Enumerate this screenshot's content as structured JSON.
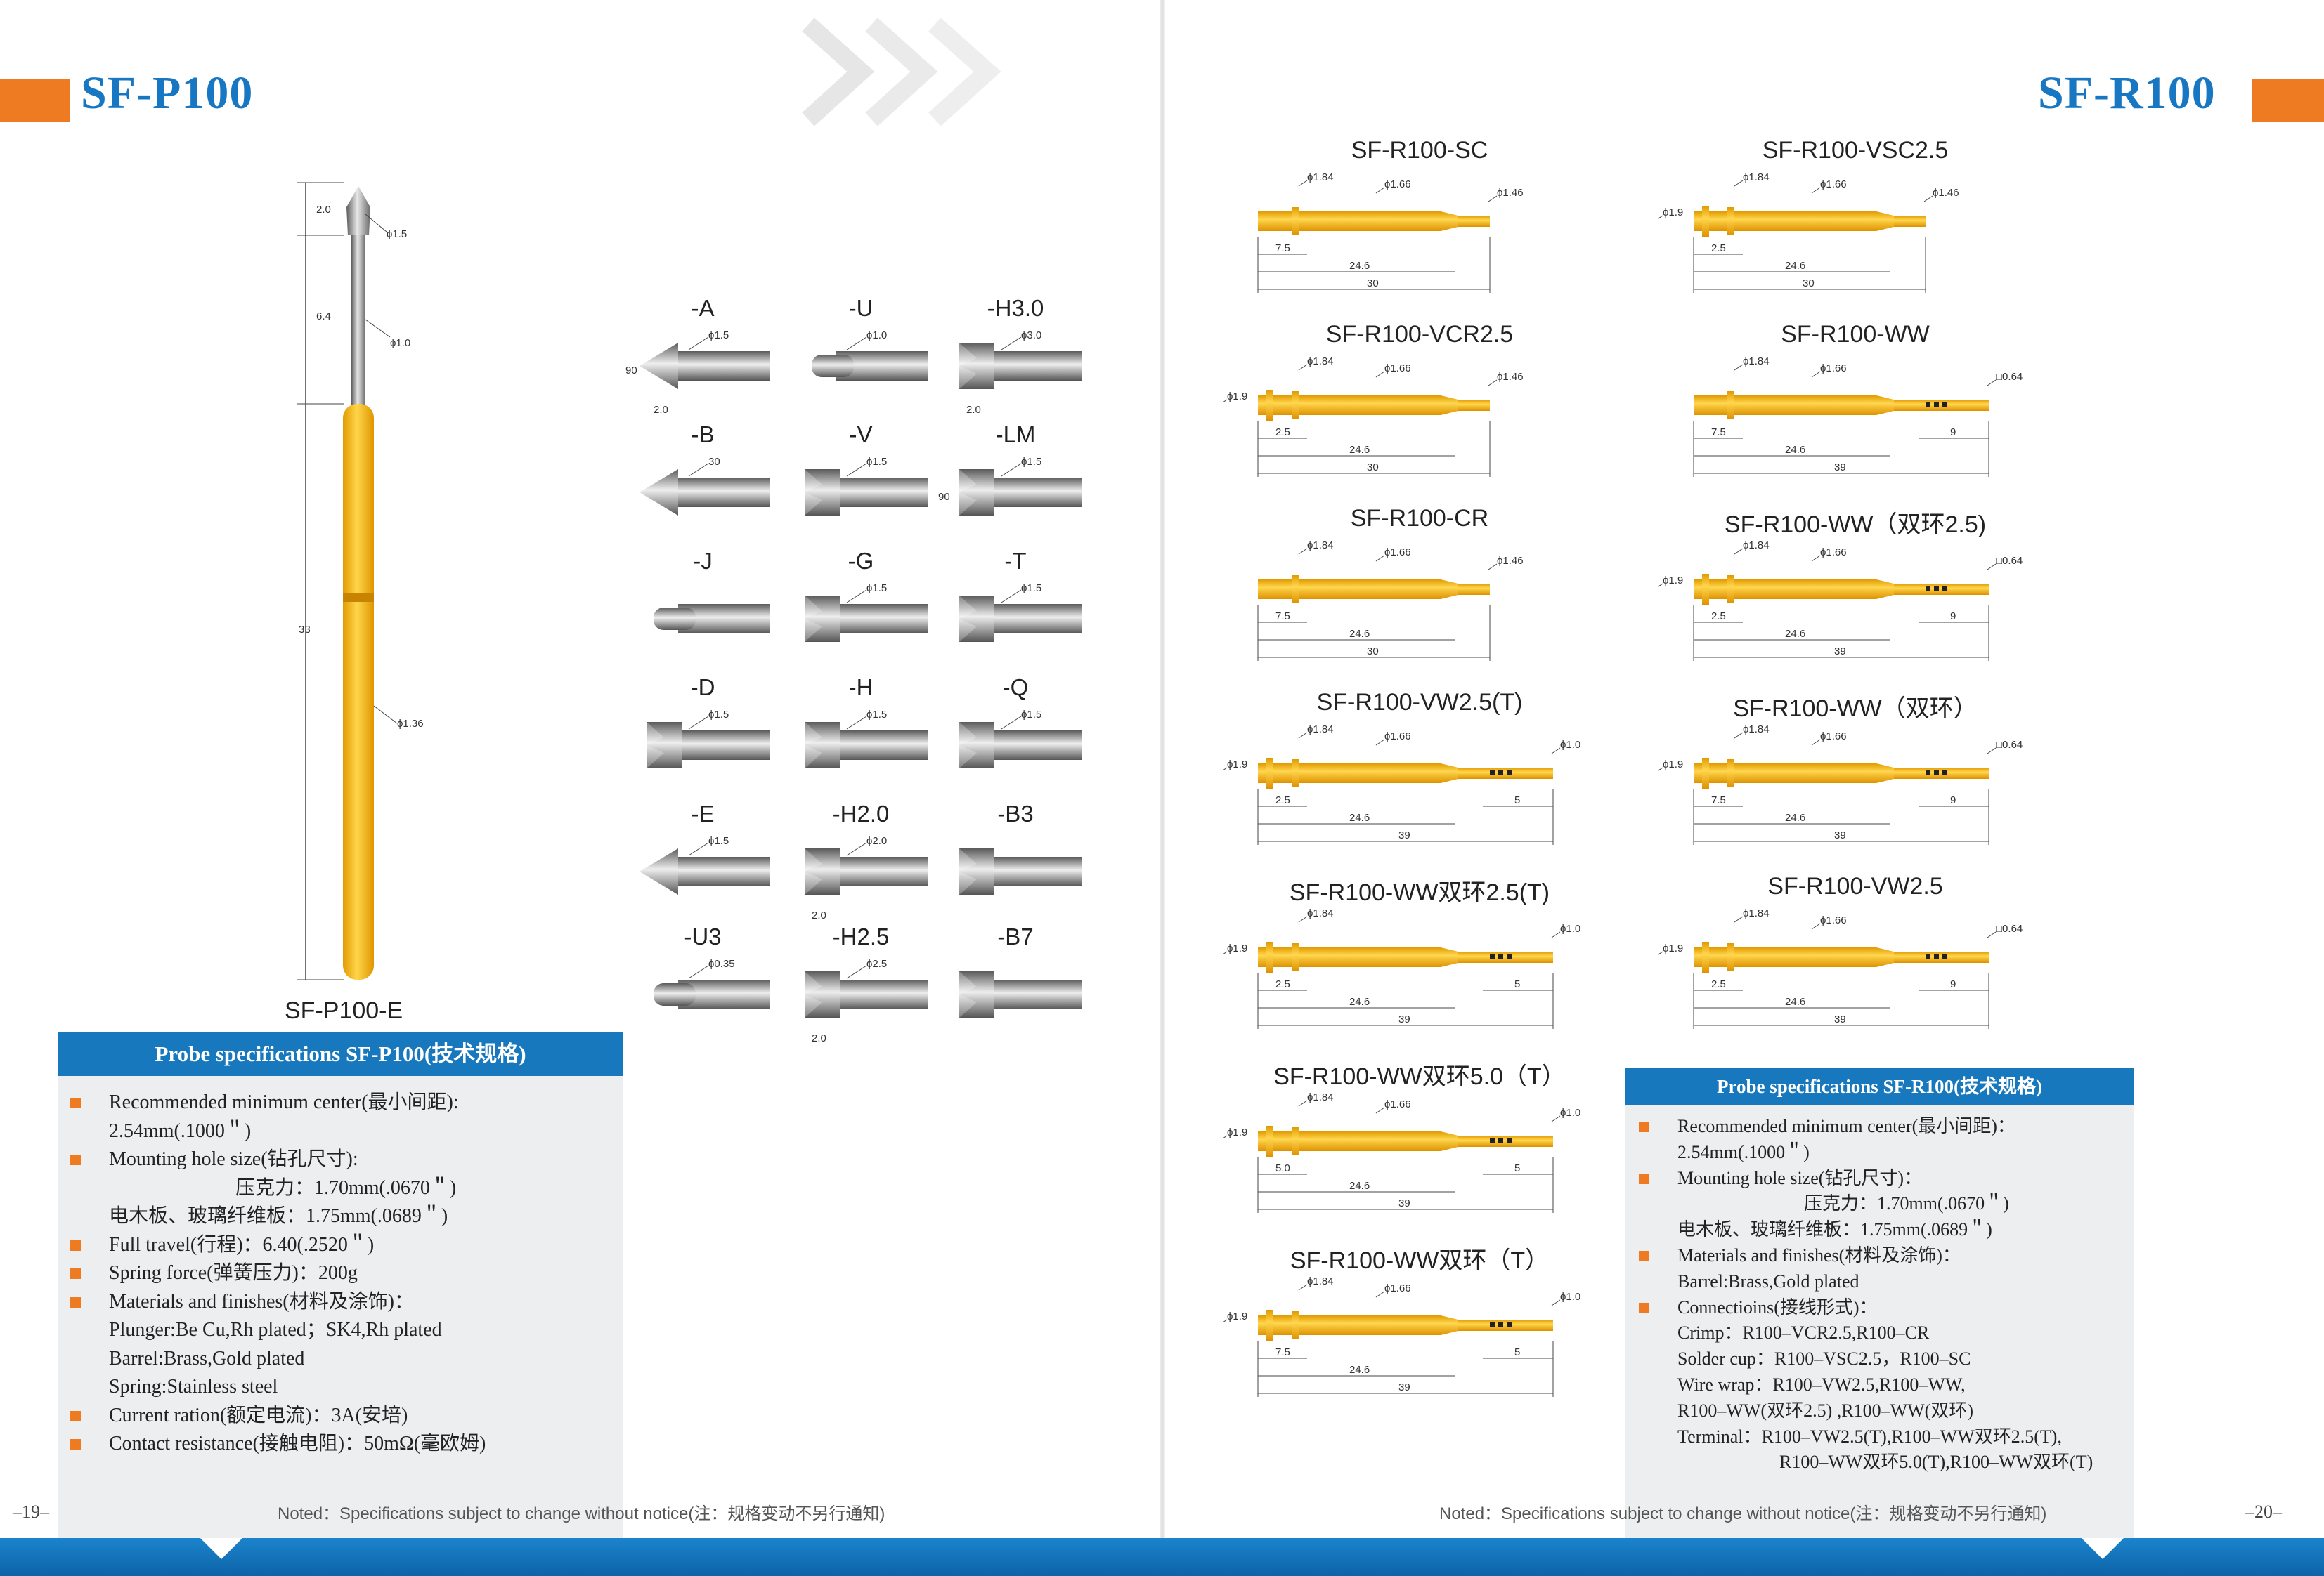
{
  "left_page": {
    "title": "SF-P100",
    "main_probe_label": "SF-P100-E",
    "main_probe_dims": {
      "tip_length": "2.0",
      "upper": "6.4",
      "total": "33",
      "tip_dia": "ϕ1.5",
      "plunger_dia": "ϕ1.0",
      "barrel_dia": "ϕ1.36"
    },
    "tips": [
      {
        "name": "-A",
        "dims": [
          "ϕ1.5",
          "90",
          "2.0"
        ]
      },
      {
        "name": "-U",
        "dims": [
          "ϕ1.0"
        ]
      },
      {
        "name": "-H3.0",
        "dims": [
          "ϕ3.0",
          "2.0"
        ]
      },
      {
        "name": "-B",
        "dims": [
          "30"
        ]
      },
      {
        "name": "-V",
        "dims": [
          "ϕ1.5"
        ]
      },
      {
        "name": "-LM",
        "dims": [
          "ϕ1.5",
          "90"
        ]
      },
      {
        "name": "-J",
        "dims": []
      },
      {
        "name": "-G",
        "dims": [
          "ϕ1.5"
        ]
      },
      {
        "name": "-T",
        "dims": [
          "ϕ1.5"
        ]
      },
      {
        "name": "-D",
        "dims": [
          "ϕ1.5"
        ]
      },
      {
        "name": "-H",
        "dims": [
          "ϕ1.5"
        ]
      },
      {
        "name": "-Q",
        "dims": [
          "ϕ1.5"
        ]
      },
      {
        "name": "-E",
        "dims": [
          "ϕ1.5"
        ]
      },
      {
        "name": "-H2.0",
        "dims": [
          "ϕ2.0",
          "2.0"
        ]
      },
      {
        "name": "-B3",
        "dims": []
      },
      {
        "name": "-U3",
        "dims": [
          "ϕ0.35"
        ]
      },
      {
        "name": "-H2.5",
        "dims": [
          "ϕ2.5",
          "2.0"
        ]
      },
      {
        "name": "-B7",
        "dims": []
      }
    ],
    "spec_title": "Probe specifications SF-P100(技术规格)",
    "specs": [
      {
        "bullet": true,
        "indent": 0,
        "text": "Recommended minimum center(最小间距):"
      },
      {
        "bullet": false,
        "indent": 0,
        "text": "2.54mm(.1000＂)"
      },
      {
        "bullet": true,
        "indent": 0,
        "text": "Mounting hole size(钻孔尺寸):"
      },
      {
        "bullet": false,
        "indent": 180,
        "text": "压克力：1.70mm(.0670＂)"
      },
      {
        "bullet": false,
        "indent": 0,
        "text": "电木板、玻璃纤维板：1.75mm(.0689＂)"
      },
      {
        "bullet": true,
        "indent": 0,
        "text": "Full travel(行程)：6.40(.2520＂)"
      },
      {
        "bullet": true,
        "indent": 0,
        "text": "Spring force(弹簧压力)：200g"
      },
      {
        "bullet": true,
        "indent": 0,
        "text": "Materials and finishes(材料及涂饰)："
      },
      {
        "bullet": false,
        "indent": 0,
        "text": "Plunger:Be Cu,Rh plated；SK4,Rh plated"
      },
      {
        "bullet": false,
        "indent": 0,
        "text": "Barrel:Brass,Gold plated"
      },
      {
        "bullet": false,
        "indent": 0,
        "text": "Spring:Stainless steel"
      },
      {
        "bullet": true,
        "indent": 0,
        "text": "Current ration(额定电流)：3A(安培)"
      },
      {
        "bullet": true,
        "indent": 0,
        "text": "Contact resistance(接触电阻)：50mΩ(毫欧姆)"
      }
    ],
    "note": "Noted：Specifications subject to change without notice(注：规格变动不另行通知)",
    "page_number": "–19–"
  },
  "right_page": {
    "title": "SF-R100",
    "probes_left": [
      {
        "name": "SF-R100-SC",
        "dims": {
          "d1": "ϕ1.84",
          "d2": "ϕ1.66",
          "d3": "ϕ1.46",
          "a": "7.5",
          "b": "24.6",
          "c": "30"
        }
      },
      {
        "name": "SF-R100-VCR2.5",
        "dims": {
          "d0": "ϕ1.9",
          "d1": "ϕ1.84",
          "d2": "ϕ1.66",
          "d3": "ϕ1.46",
          "a": "2.5",
          "b": "24.6",
          "c": "30"
        }
      },
      {
        "name": "SF-R100-CR",
        "dims": {
          "d1": "ϕ1.84",
          "d2": "ϕ1.66",
          "d3": "ϕ1.46",
          "a": "7.5",
          "b": "24.6",
          "c": "30"
        }
      },
      {
        "name": "SF-R100-VW2.5(T)",
        "dims": {
          "d0": "ϕ1.9",
          "d1": "ϕ1.84",
          "d2": "ϕ1.66",
          "d3": "ϕ1.0",
          "a": "2.5",
          "b": "24.6",
          "c": "39",
          "e": "5"
        }
      },
      {
        "name": "SF-R100-WW双环2.5(T)",
        "dims": {
          "d0": "ϕ1.9",
          "d1": "ϕ1.84",
          "d3": "ϕ1.0",
          "a": "2.5",
          "b": "24.6",
          "c": "39",
          "e": "5"
        }
      },
      {
        "name": "SF-R100-WW双环5.0（T）",
        "dims": {
          "d0": "ϕ1.9",
          "d1": "ϕ1.84",
          "d2": "ϕ1.66",
          "d3": "ϕ1.0",
          "a": "5.0",
          "b": "24.6",
          "c": "39",
          "e": "5"
        }
      },
      {
        "name": "SF-R100-WW双环（T）",
        "dims": {
          "d0": "ϕ1.9",
          "d1": "ϕ1.84",
          "d2": "ϕ1.66",
          "d3": "ϕ1.0",
          "a": "7.5",
          "b": "24.6",
          "c": "39",
          "e": "5"
        }
      }
    ],
    "probes_right": [
      {
        "name": "SF-R100-VSC2.5",
        "dims": {
          "d0": "ϕ1.9",
          "d1": "ϕ1.84",
          "d2": "ϕ1.66",
          "d3": "ϕ1.46",
          "a": "2.5",
          "b": "24.6",
          "c": "30"
        }
      },
      {
        "name": "SF-R100-WW",
        "dims": {
          "d1": "ϕ1.84",
          "d2": "ϕ1.66",
          "d3": "□0.64",
          "a": "7.5",
          "b": "24.6",
          "c": "39",
          "e": "9"
        }
      },
      {
        "name": "SF-R100-WW（双环2.5)",
        "dims": {
          "d0": "ϕ1.9",
          "d1": "ϕ1.84",
          "d2": "ϕ1.66",
          "d3": "□0.64",
          "a": "2.5",
          "b": "24.6",
          "c": "39",
          "e": "9"
        }
      },
      {
        "name": "SF-R100-WW（双环）",
        "dims": {
          "d0": "ϕ1.9",
          "d1": "ϕ1.84",
          "d2": "ϕ1.66",
          "d3": "□0.64",
          "a": "7.5",
          "b": "24.6",
          "c": "39",
          "e": "9"
        }
      },
      {
        "name": "SF-R100-VW2.5",
        "dims": {
          "d0": "ϕ1.9",
          "d1": "ϕ1.84",
          "d2": "ϕ1.66",
          "d3": "□0.64",
          "a": "2.5",
          "b": "24.6",
          "c": "39",
          "e": "9"
        }
      }
    ],
    "spec_title": "Probe specifications SF-R100(技术规格)",
    "specs": [
      {
        "bullet": true,
        "indent": 0,
        "text": "Recommended minimum center(最小间距)："
      },
      {
        "bullet": false,
        "indent": 0,
        "text": "2.54mm(.1000＂)"
      },
      {
        "bullet": true,
        "indent": 0,
        "text": "Mounting hole size(钻孔尺寸)："
      },
      {
        "bullet": false,
        "indent": 180,
        "text": "压克力：1.70mm(.0670＂)"
      },
      {
        "bullet": false,
        "indent": 0,
        "text": "电木板、玻璃纤维板：1.75mm(.0689＂)"
      },
      {
        "bullet": true,
        "indent": 0,
        "text": "Materials and finishes(材料及涂饰)："
      },
      {
        "bullet": false,
        "indent": 0,
        "text": "Barrel:Brass,Gold plated"
      },
      {
        "bullet": true,
        "indent": 0,
        "text": "Connectioins(接线形式)："
      },
      {
        "bullet": false,
        "indent": 0,
        "text": "Crimp：R100–VCR2.5,R100–CR"
      },
      {
        "bullet": false,
        "indent": 0,
        "text": "Solder cup：R100–VSC2.5，R100–SC"
      },
      {
        "bullet": false,
        "indent": 0,
        "text": "Wire wrap：R100–VW2.5,R100–WW,"
      },
      {
        "bullet": false,
        "indent": 0,
        "text": "R100–WW(双环2.5) ,R100–WW(双环)"
      },
      {
        "bullet": false,
        "indent": 0,
        "text": "Terminal：R100–VW2.5(T),R100–WW双环2.5(T),"
      },
      {
        "bullet": false,
        "indent": 145,
        "text": "R100–WW双环5.0(T),R100–WW双环(T)"
      }
    ],
    "note": "Noted：Specifications subject to change without notice(注：规格变动不另行通知)",
    "page_number": "–20–"
  },
  "colors": {
    "accent_orange": "#ee7a22",
    "brand_blue": "#1877c2",
    "gold": "#f5a800",
    "steel": "#8c8c8c"
  }
}
